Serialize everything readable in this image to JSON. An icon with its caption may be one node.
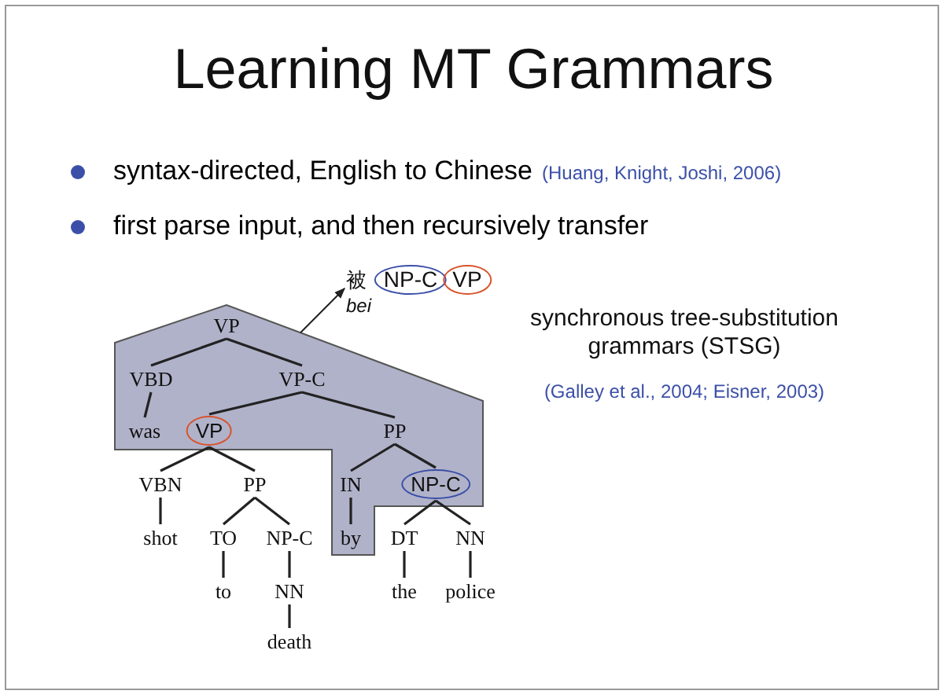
{
  "diagram": {
    "title": "Learning MT Grammars",
    "nodes": [
      {
        "text": [],
        "shape": "polygon"
      },
      {
        "text": [
          "被",
          "bei"
        ]
      },
      {
        "text": [
          "NP-C"
        ]
      },
      {
        "text": [
          "VP"
        ]
      },
      {
        "text": [
          "VP"
        ],
        "in": 0
      },
      {
        "text": [
          "VBD"
        ],
        "in": 0
      },
      {
        "text": [
          "VP-C"
        ],
        "in": 0
      },
      {
        "text": [
          "was"
        ],
        "in": 0
      },
      {
        "text": [
          "VP"
        ],
        "in": 0
      },
      {
        "text": [
          "PP"
        ],
        "in": 0
      },
      {
        "text": [
          "VBN"
        ]
      },
      {
        "text": [
          "PP"
        ]
      },
      {
        "text": [
          "IN"
        ],
        "in": 0
      },
      {
        "text": [
          "NP-C"
        ],
        "in": 0
      },
      {
        "text": [
          "shot"
        ]
      },
      {
        "text": [
          "TO"
        ]
      },
      {
        "text": [
          "NP-C"
        ]
      },
      {
        "text": [
          "by"
        ],
        "in": 0
      },
      {
        "text": [
          "DT"
        ]
      },
      {
        "text": [
          "NN"
        ]
      },
      {
        "text": [
          "to"
        ]
      },
      {
        "text": [
          "NN"
        ]
      },
      {
        "text": [
          "the"
        ]
      },
      {
        "text": [
          "police"
        ]
      },
      {
        "text": [
          "death"
        ]
      }
    ],
    "edges": [
      {
        "from": 0,
        "to": 1,
        "arrow": "to"
      },
      {
        "from": 4,
        "to": 5,
        "arrow": "none"
      },
      {
        "from": 4,
        "to": 6,
        "arrow": "none"
      },
      {
        "from": 5,
        "to": 7,
        "arrow": "none"
      },
      {
        "from": 6,
        "to": 8,
        "arrow": "none"
      },
      {
        "from": 6,
        "to": 9,
        "arrow": "none"
      },
      {
        "from": 8,
        "to": 10,
        "arrow": "none"
      },
      {
        "from": 8,
        "to": 11,
        "arrow": "none"
      },
      {
        "from": 9,
        "to": 12,
        "arrow": "none"
      },
      {
        "from": 9,
        "to": 13,
        "arrow": "none"
      },
      {
        "from": 10,
        "to": 14,
        "arrow": "none"
      },
      {
        "from": 11,
        "to": 15,
        "arrow": "none"
      },
      {
        "from": 11,
        "to": 16,
        "arrow": "none"
      },
      {
        "from": 12,
        "to": 17,
        "arrow": "none"
      },
      {
        "from": 13,
        "to": 18,
        "arrow": "none"
      },
      {
        "from": 13,
        "to": 19,
        "arrow": "none"
      },
      {
        "from": 15,
        "to": 20,
        "arrow": "none"
      },
      {
        "from": 16,
        "to": 21,
        "arrow": "none"
      },
      {
        "from": 18,
        "to": 22,
        "arrow": "none"
      },
      {
        "from": 19,
        "to": 23,
        "arrow": "none"
      },
      {
        "from": 21,
        "to": 24,
        "arrow": "none"
      }
    ],
    "labels": [
      "syntax-directed, English to Chinese",
      "(Huang, Knight, Joshi, 2006)",
      "first parse input, and then recursively transfer",
      "synchronous tree-substitution grammars (STSG)",
      "(Galley et al., 2004; Eisner, 2003)"
    ]
  }
}
